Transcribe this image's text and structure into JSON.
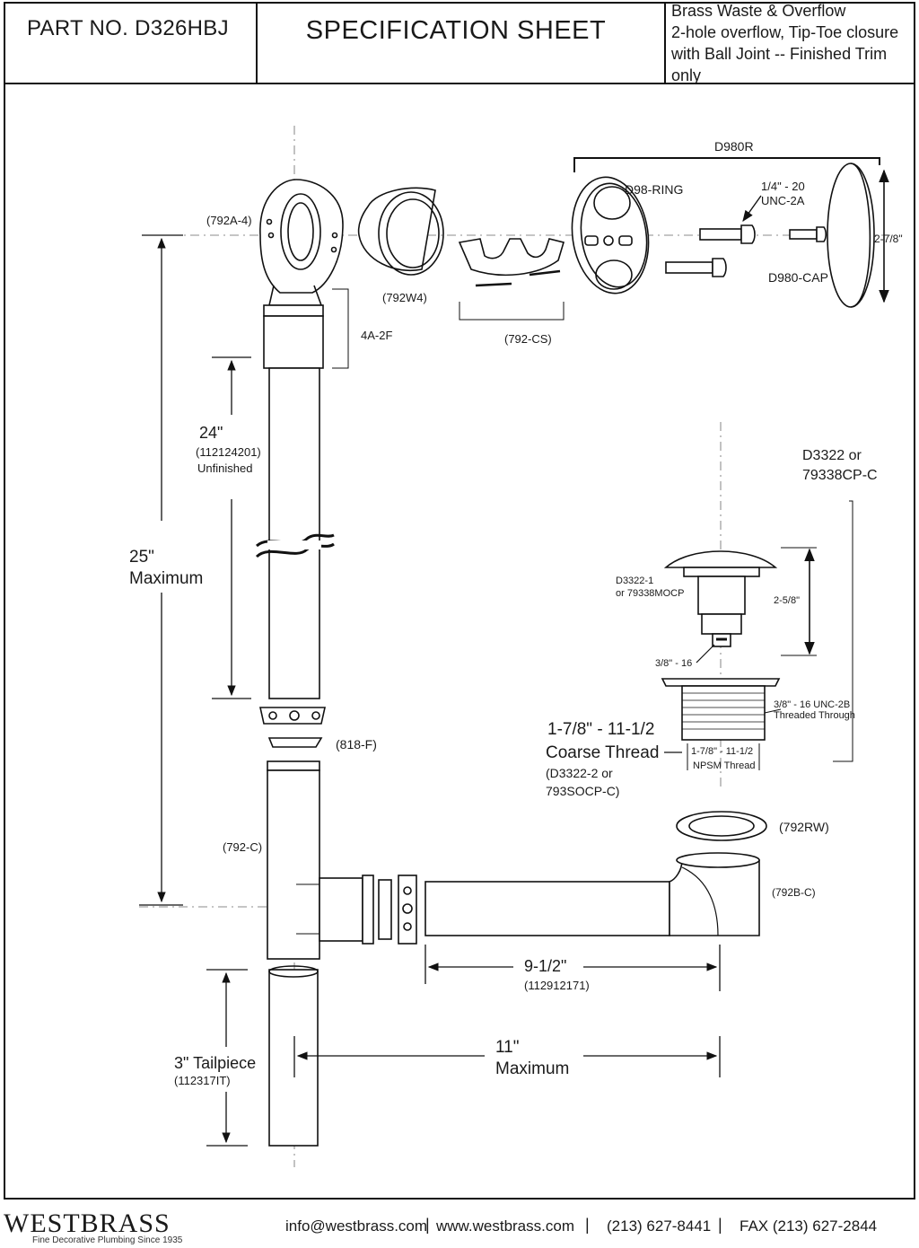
{
  "header": {
    "part_number": "PART NO.   D326HBJ",
    "title": "SPECIFICATION SHEET",
    "description_lines": [
      "Brass Waste & Overflow",
      "2-hole overflow, Tip-Toe closure",
      "with Ball Joint -- Finished Trim",
      "only"
    ]
  },
  "labels": {
    "elbow": "(792A-4)",
    "gasket": "(792W4)",
    "clip": "(792-CS)",
    "nut_4a": "4A-2F",
    "assembly": "D980R",
    "ring": "D98-RING",
    "screw_spec_1": "1/4\" - 20",
    "screw_spec_2": "UNC-2A",
    "cap": "D980-CAP",
    "cap_dim": "2-7/8\"",
    "tube_len": "24\"",
    "tube_part": "(112124201)",
    "tube_finish": "Unfinished",
    "max_len": "25\"",
    "max_word": "Maximum",
    "closure_1": "D3322 or",
    "closure_2": "79338CP-C",
    "stopper_1": "D3322-1",
    "stopper_2": "or 79338MOCP",
    "stopper_dim": "2-5/8\"",
    "stud": "3/8\" - 16",
    "thread_1": "3/8\" - 16 UNC-2B",
    "thread_2": "Threaded Through",
    "coarse_1": "1-7/8\" - 11-1/2",
    "coarse_2": "Coarse Thread",
    "coarse_3": "(D3322-2 or",
    "coarse_4": "793SOCP-C)",
    "npsm_1": "1-7/8\" - 11-1/2",
    "npsm_2": "NPSM Thread",
    "slip_nut": "(818-F)",
    "tee": "(792-C)",
    "washer": "(792RW)",
    "shoe": "(792B-C)",
    "drain_len": "9-1/2\"",
    "drain_part": "(112912171)",
    "tail_len": "3\" Tailpiece",
    "tail_part": "(112317IT)",
    "reach": "11\"",
    "reach_word": "Maximum"
  },
  "footer": {
    "brand": "WESTBRASS",
    "tagline": "Fine Decorative Plumbing Since 1935",
    "email": "info@westbrass.com",
    "web": "www.westbrass.com",
    "phone": "(213) 627-8441",
    "fax": "FAX (213) 627-2844"
  }
}
